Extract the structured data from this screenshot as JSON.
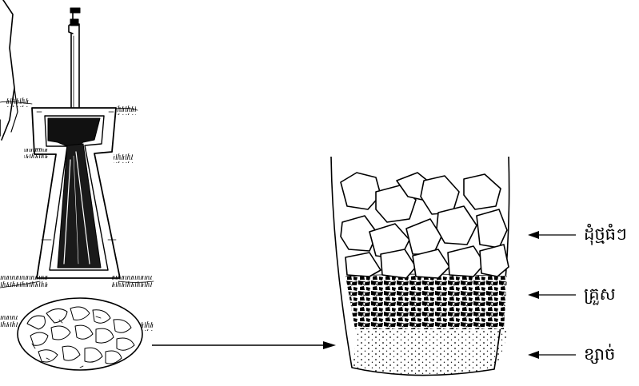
{
  "labels": {
    "big_stones": "ដុំថ្មធំៗ",
    "gravel": "គ្រួស",
    "sand": "ខ្សាច់"
  },
  "colors": {
    "ink": "#000000",
    "paper": "#ffffff"
  }
}
